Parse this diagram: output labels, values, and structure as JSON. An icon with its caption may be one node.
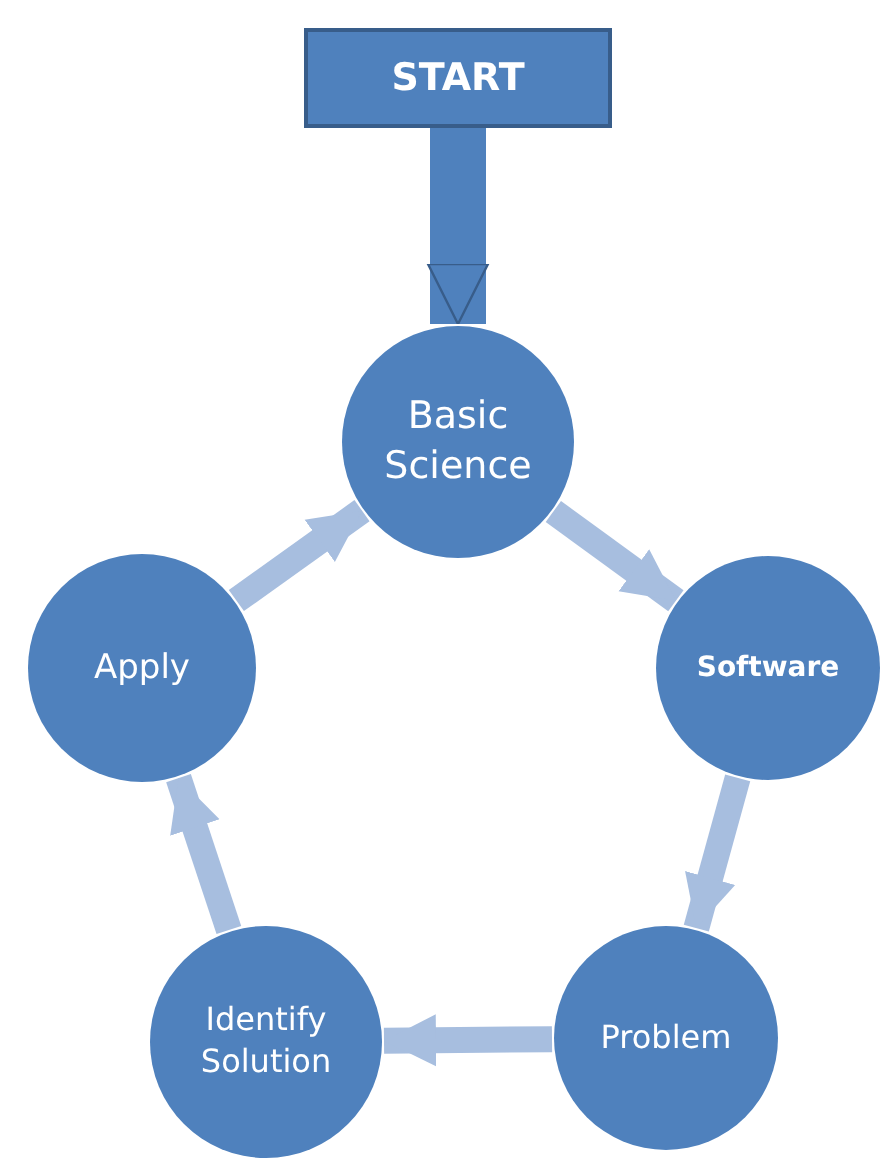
{
  "diagram": {
    "nodes": [
      {
        "text": [
          "START"
        ]
      },
      {
        "text": [
          "Basic Science"
        ]
      },
      {
        "text": [
          "Software"
        ]
      },
      {
        "text": [
          "Problem"
        ]
      },
      {
        "text": [
          "Identify Solution"
        ]
      },
      {
        "text": [
          "Apply"
        ]
      }
    ],
    "edges": [
      {
        "from": 0,
        "to": 1,
        "arrow": "to",
        "style": "thick",
        "color": "#4f81bd"
      },
      {
        "from": 1,
        "to": 2,
        "arrow": "to"
      },
      {
        "from": 2,
        "to": 3,
        "arrow": "to"
      },
      {
        "from": 3,
        "to": 4,
        "arrow": "to"
      },
      {
        "from": 4,
        "to": 5,
        "arrow": "to"
      },
      {
        "from": 5,
        "to": 1,
        "arrow": "to"
      }
    ]
  }
}
